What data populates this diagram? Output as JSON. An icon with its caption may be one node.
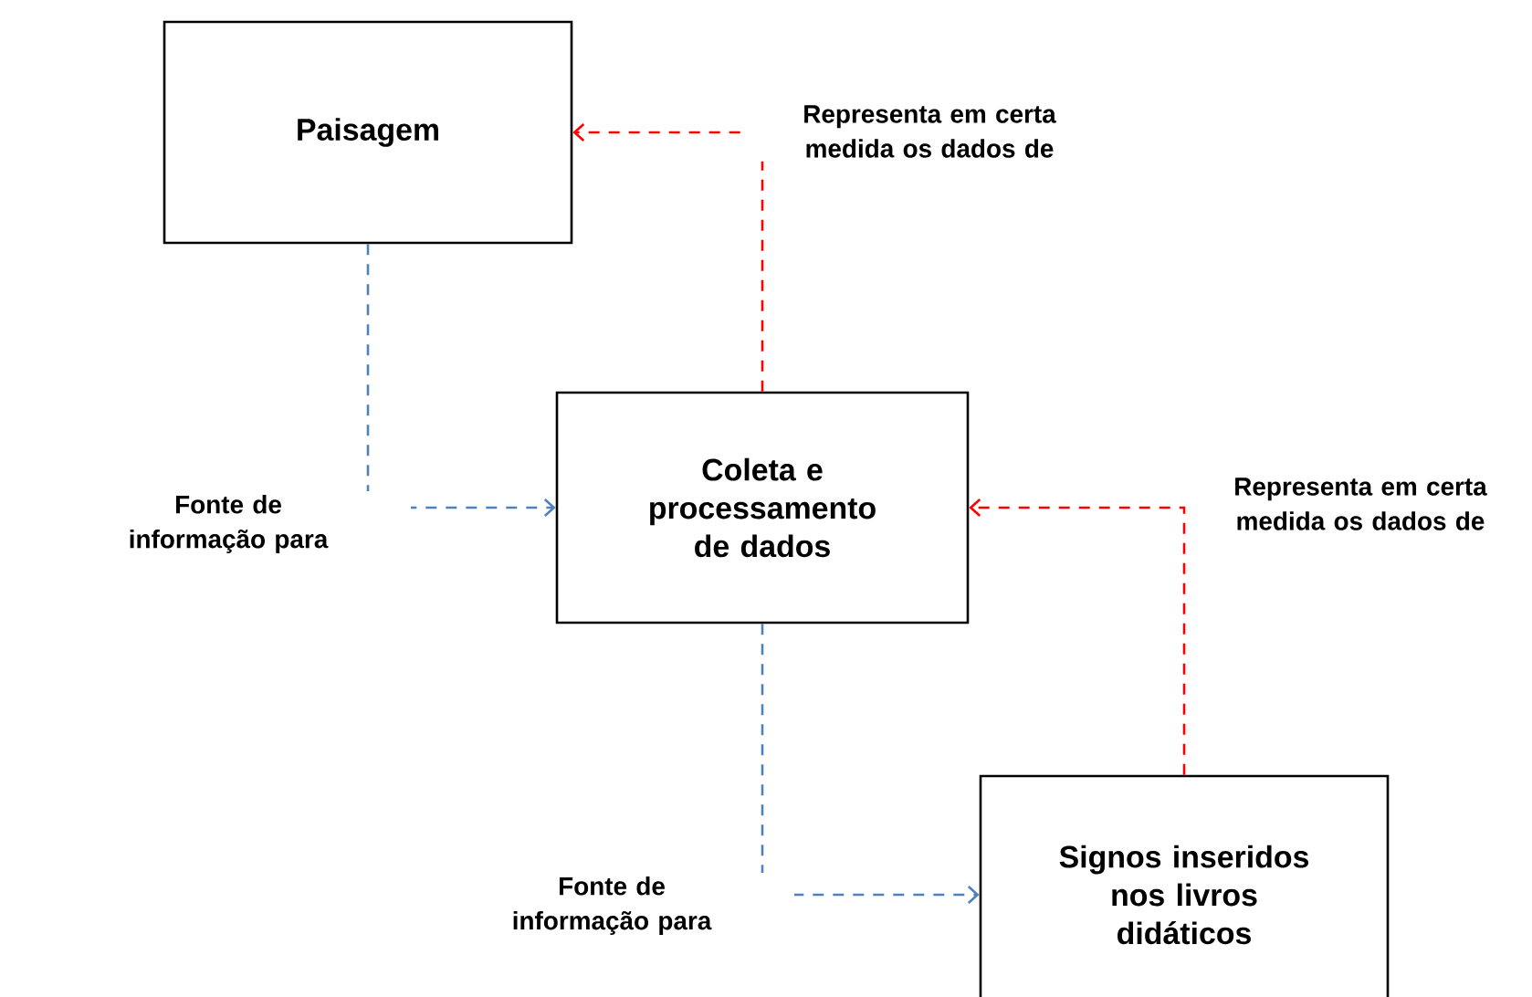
{
  "diagram": {
    "nodes": [
      {
        "text": [
          "Paisagem"
        ]
      },
      {
        "text": [
          "Coleta e processamento de dados"
        ]
      },
      {
        "text": [
          "Signos inseridos nos livros didáticos"
        ]
      }
    ],
    "edges": [
      {
        "from": 0,
        "to": 1,
        "arrow": "to",
        "label": "Fonte de informação para",
        "style": "dashed",
        "color": "#4f81bd"
      },
      {
        "from": 1,
        "to": 0,
        "arrow": "to",
        "label": "Representa em certa medida os dados de",
        "style": "dashed",
        "color": "#ff0000"
      },
      {
        "from": 1,
        "to": 2,
        "arrow": "to",
        "label": "Fonte de informação para",
        "style": "dashed",
        "color": "#4f81bd"
      },
      {
        "from": 2,
        "to": 1,
        "arrow": "to",
        "label": "Representa em certa medida os dados de",
        "style": "dashed",
        "color": "#ff0000"
      }
    ]
  }
}
